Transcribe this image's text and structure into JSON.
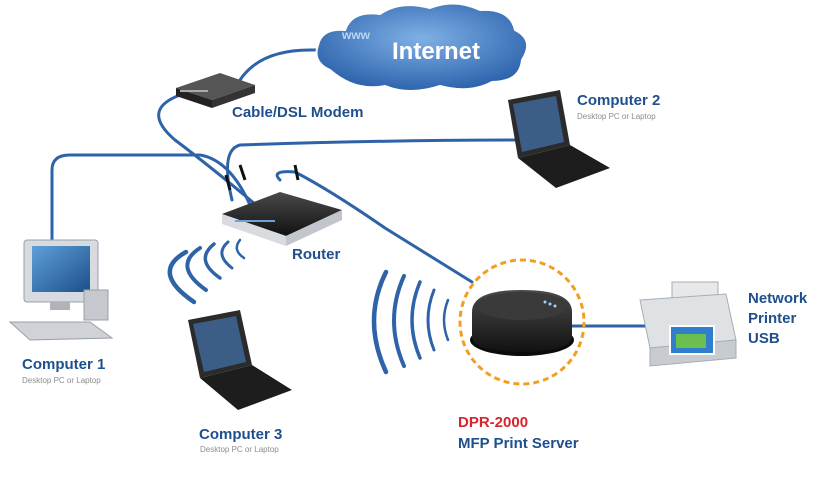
{
  "internet": {
    "www": "www",
    "label": "Internet"
  },
  "modem": {
    "label": "Cable/DSL Modem"
  },
  "router": {
    "label": "Router"
  },
  "computer1": {
    "label": "Computer 1",
    "sub": "Desktop PC or Laptop"
  },
  "computer2": {
    "label": "Computer 2",
    "sub": "Desktop PC or Laptop"
  },
  "computer3": {
    "label": "Computer 3",
    "sub": "Desktop PC or Laptop"
  },
  "printserver": {
    "model": "DPR-2000",
    "label": "MFP Print Server"
  },
  "printer": {
    "line1": "Network",
    "line2": "Printer",
    "line3": "USB"
  },
  "colors": {
    "cable": "#2f63a8",
    "label": "#1f4f8c",
    "accent": "#d6262c",
    "cloud": "#4a7fc3",
    "highlight": "#f0a020"
  }
}
